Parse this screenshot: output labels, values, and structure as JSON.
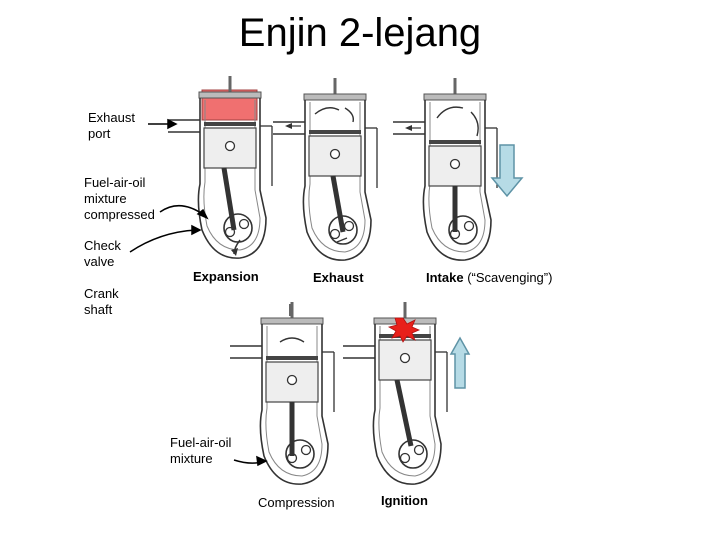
{
  "title": "Enjin 2-lejang",
  "labels": {
    "exhaust_port": "Exhaust\nport",
    "mixture_compressed": "Fuel-air-oil\nmixture\ncompressed",
    "check_valve": "Check\nvalve",
    "crank_shaft": "Crank\nshaft",
    "mixture": "Fuel-air-oil\nmixture"
  },
  "stages": {
    "expansion": "Expansion",
    "exhaust": "Exhaust",
    "intake_bold": "Intake",
    "intake_rest": " (“Scavenging”)",
    "compression": "Compression",
    "ignition": "Ignition"
  },
  "colors": {
    "hot_gas": "#f07070",
    "spark": "#e8201a",
    "arrow_fill": "#b6dbe6",
    "arrow_stroke": "#5e93a6"
  }
}
